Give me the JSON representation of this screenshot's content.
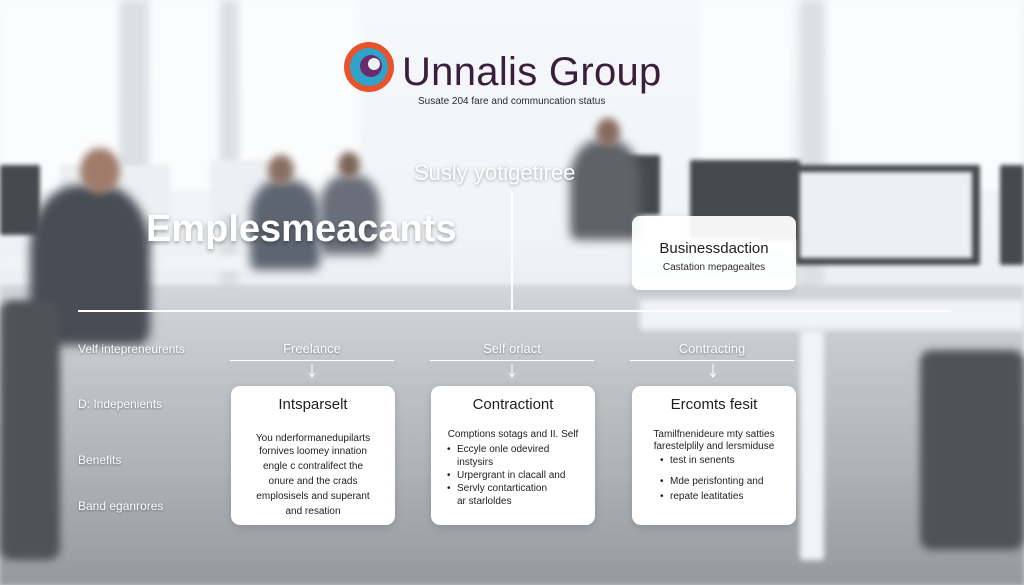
{
  "header": {
    "brand": "Unnalis Group",
    "tagline": "Susate 204 fare and communcation status",
    "logo_colors": [
      "#e8532b",
      "#2fa3c9",
      "#6a2a6b"
    ]
  },
  "diagram": {
    "subhead": "Susly yotigetiree",
    "title": "Emplesmeacants",
    "top_card": {
      "title": "Businessdaction",
      "subtitle": "Castation mepagealtes"
    },
    "row_labels": [
      "Velf intepreneurents",
      "D: Indepenients",
      "Benefits",
      "Band eganrores"
    ],
    "columns": [
      {
        "header": "Freelance",
        "card_title": "Intsparselt",
        "body_lines": [
          "You nderformanedupilarts",
          "fornives loomey innation",
          "engle c contralifect the",
          "onure and the crads",
          "emplosisels and superant",
          "and resation"
        ]
      },
      {
        "header": "Self orlact",
        "card_title": "Contractiont",
        "intro": "Comptions sotags and II. Self",
        "bullets": [
          "Eccyle onle odevired",
          "instysirs",
          "Urpergrant in clacall and",
          "Servly contartication",
          "ar starloldes"
        ]
      },
      {
        "header": "Contracting",
        "card_title": "Ercomts fesit",
        "intro": "Tamilfnenideure mty satties farestelplily and lersmiduse",
        "bullets": [
          "test in senents",
          "Mde perisfonting and",
          "repate leatitaties"
        ]
      }
    ]
  },
  "colors": {
    "brand_text": "#3a1f3d",
    "overlay_text": "#ffffff",
    "card_bg": "#ffffff"
  }
}
